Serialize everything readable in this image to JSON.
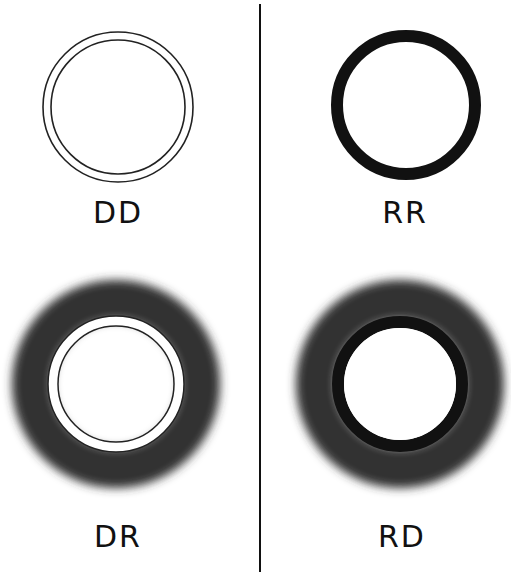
{
  "diagram": {
    "labels": [
      "DD",
      "RR",
      "DR",
      "RD"
    ]
  }
}
